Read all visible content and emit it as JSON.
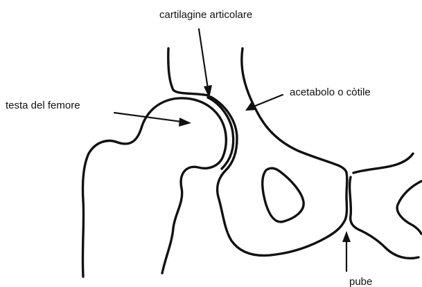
{
  "labels": {
    "cartilage": "cartilagine articolare",
    "femoral_head": "testa del femore",
    "acetabulum": "acetabolo o còtile",
    "pubis": "pube"
  },
  "colors": {
    "ink": "#111111",
    "background": "#ffffff"
  }
}
